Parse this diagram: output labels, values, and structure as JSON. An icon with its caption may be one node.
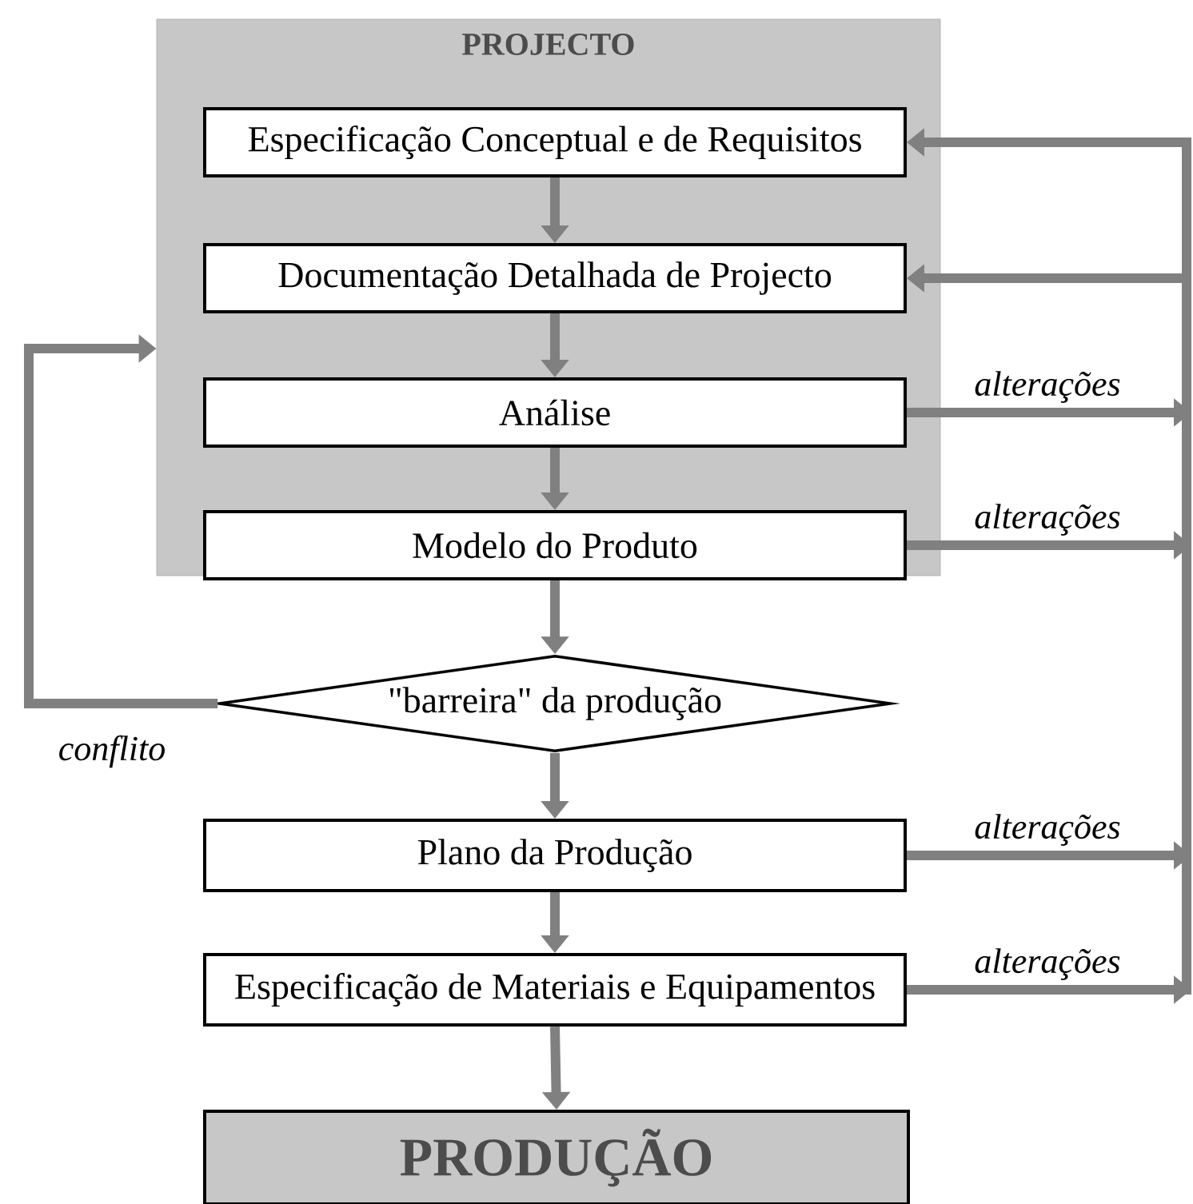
{
  "diagram": {
    "nodes": [
      {
        "text": [
          "PROJECTO"
        ]
      },
      {
        "text": [
          "Especificação Conceptual e de Requisitos"
        ],
        "in": 0
      },
      {
        "text": [
          "Documentação Detalhada de Projecto"
        ],
        "in": 0
      },
      {
        "text": [
          "Análise"
        ],
        "in": 0
      },
      {
        "text": [
          "Modelo do Produto"
        ],
        "in": 0
      },
      {
        "text": [
          "\"barreira\" da produção"
        ]
      },
      {
        "text": [
          "Plano da Produção"
        ]
      },
      {
        "text": [
          "Especificação de Materiais e Equipamentos"
        ]
      },
      {
        "text": [
          "PRODUÇÃO"
        ]
      }
    ],
    "edges": [
      {
        "from": 1,
        "to": 2,
        "arrow": "to"
      },
      {
        "from": 2,
        "to": 3,
        "arrow": "to"
      },
      {
        "from": 3,
        "to": 4,
        "arrow": "to"
      },
      {
        "from": 4,
        "to": 5,
        "arrow": "to"
      },
      {
        "from": 5,
        "to": 0,
        "arrow": "to",
        "label": "conflito"
      },
      {
        "from": 5,
        "to": 6,
        "arrow": "to"
      },
      {
        "from": 6,
        "to": 7,
        "arrow": "to"
      },
      {
        "from": 7,
        "to": 8,
        "arrow": "to"
      },
      {
        "from": 3,
        "to": 1,
        "arrow": "to",
        "label": "alterações"
      },
      {
        "from": 3,
        "to": 2,
        "arrow": "to"
      },
      {
        "from": 4,
        "to": 1,
        "arrow": "to",
        "label": "alterações"
      },
      {
        "from": 4,
        "to": 2,
        "arrow": "to"
      },
      {
        "from": 6,
        "to": 1,
        "arrow": "to",
        "label": "alterações"
      },
      {
        "from": 6,
        "to": 2,
        "arrow": "to"
      },
      {
        "from": 7,
        "to": 1,
        "arrow": "to",
        "label": "alterações"
      },
      {
        "from": 7,
        "to": 2,
        "arrow": "to"
      }
    ]
  }
}
